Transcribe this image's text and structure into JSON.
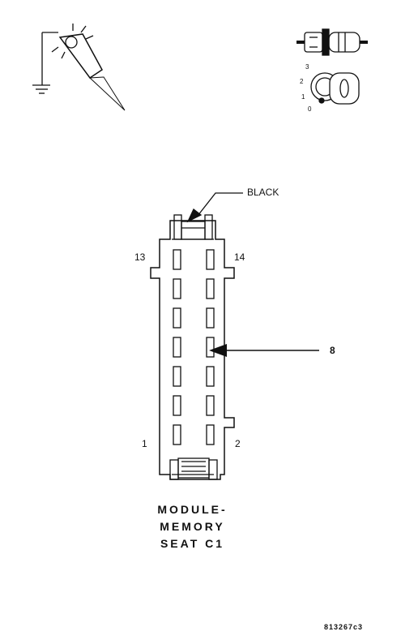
{
  "labels": {
    "color_callout": "BLACK",
    "pin_top_left": "13",
    "pin_top_right": "14",
    "pin_bottom_left": "1",
    "pin_bottom_right": "2",
    "pointer_pin": "8"
  },
  "key_positions": [
    "3",
    "2",
    "1",
    "0"
  ],
  "title_lines": [
    "MODULE-",
    "MEMORY",
    "SEAT C1"
  ],
  "figure_id": "813267c3",
  "icons": [
    "test-light-probe-icon",
    "connector-icon",
    "ignition-key-icon"
  ]
}
